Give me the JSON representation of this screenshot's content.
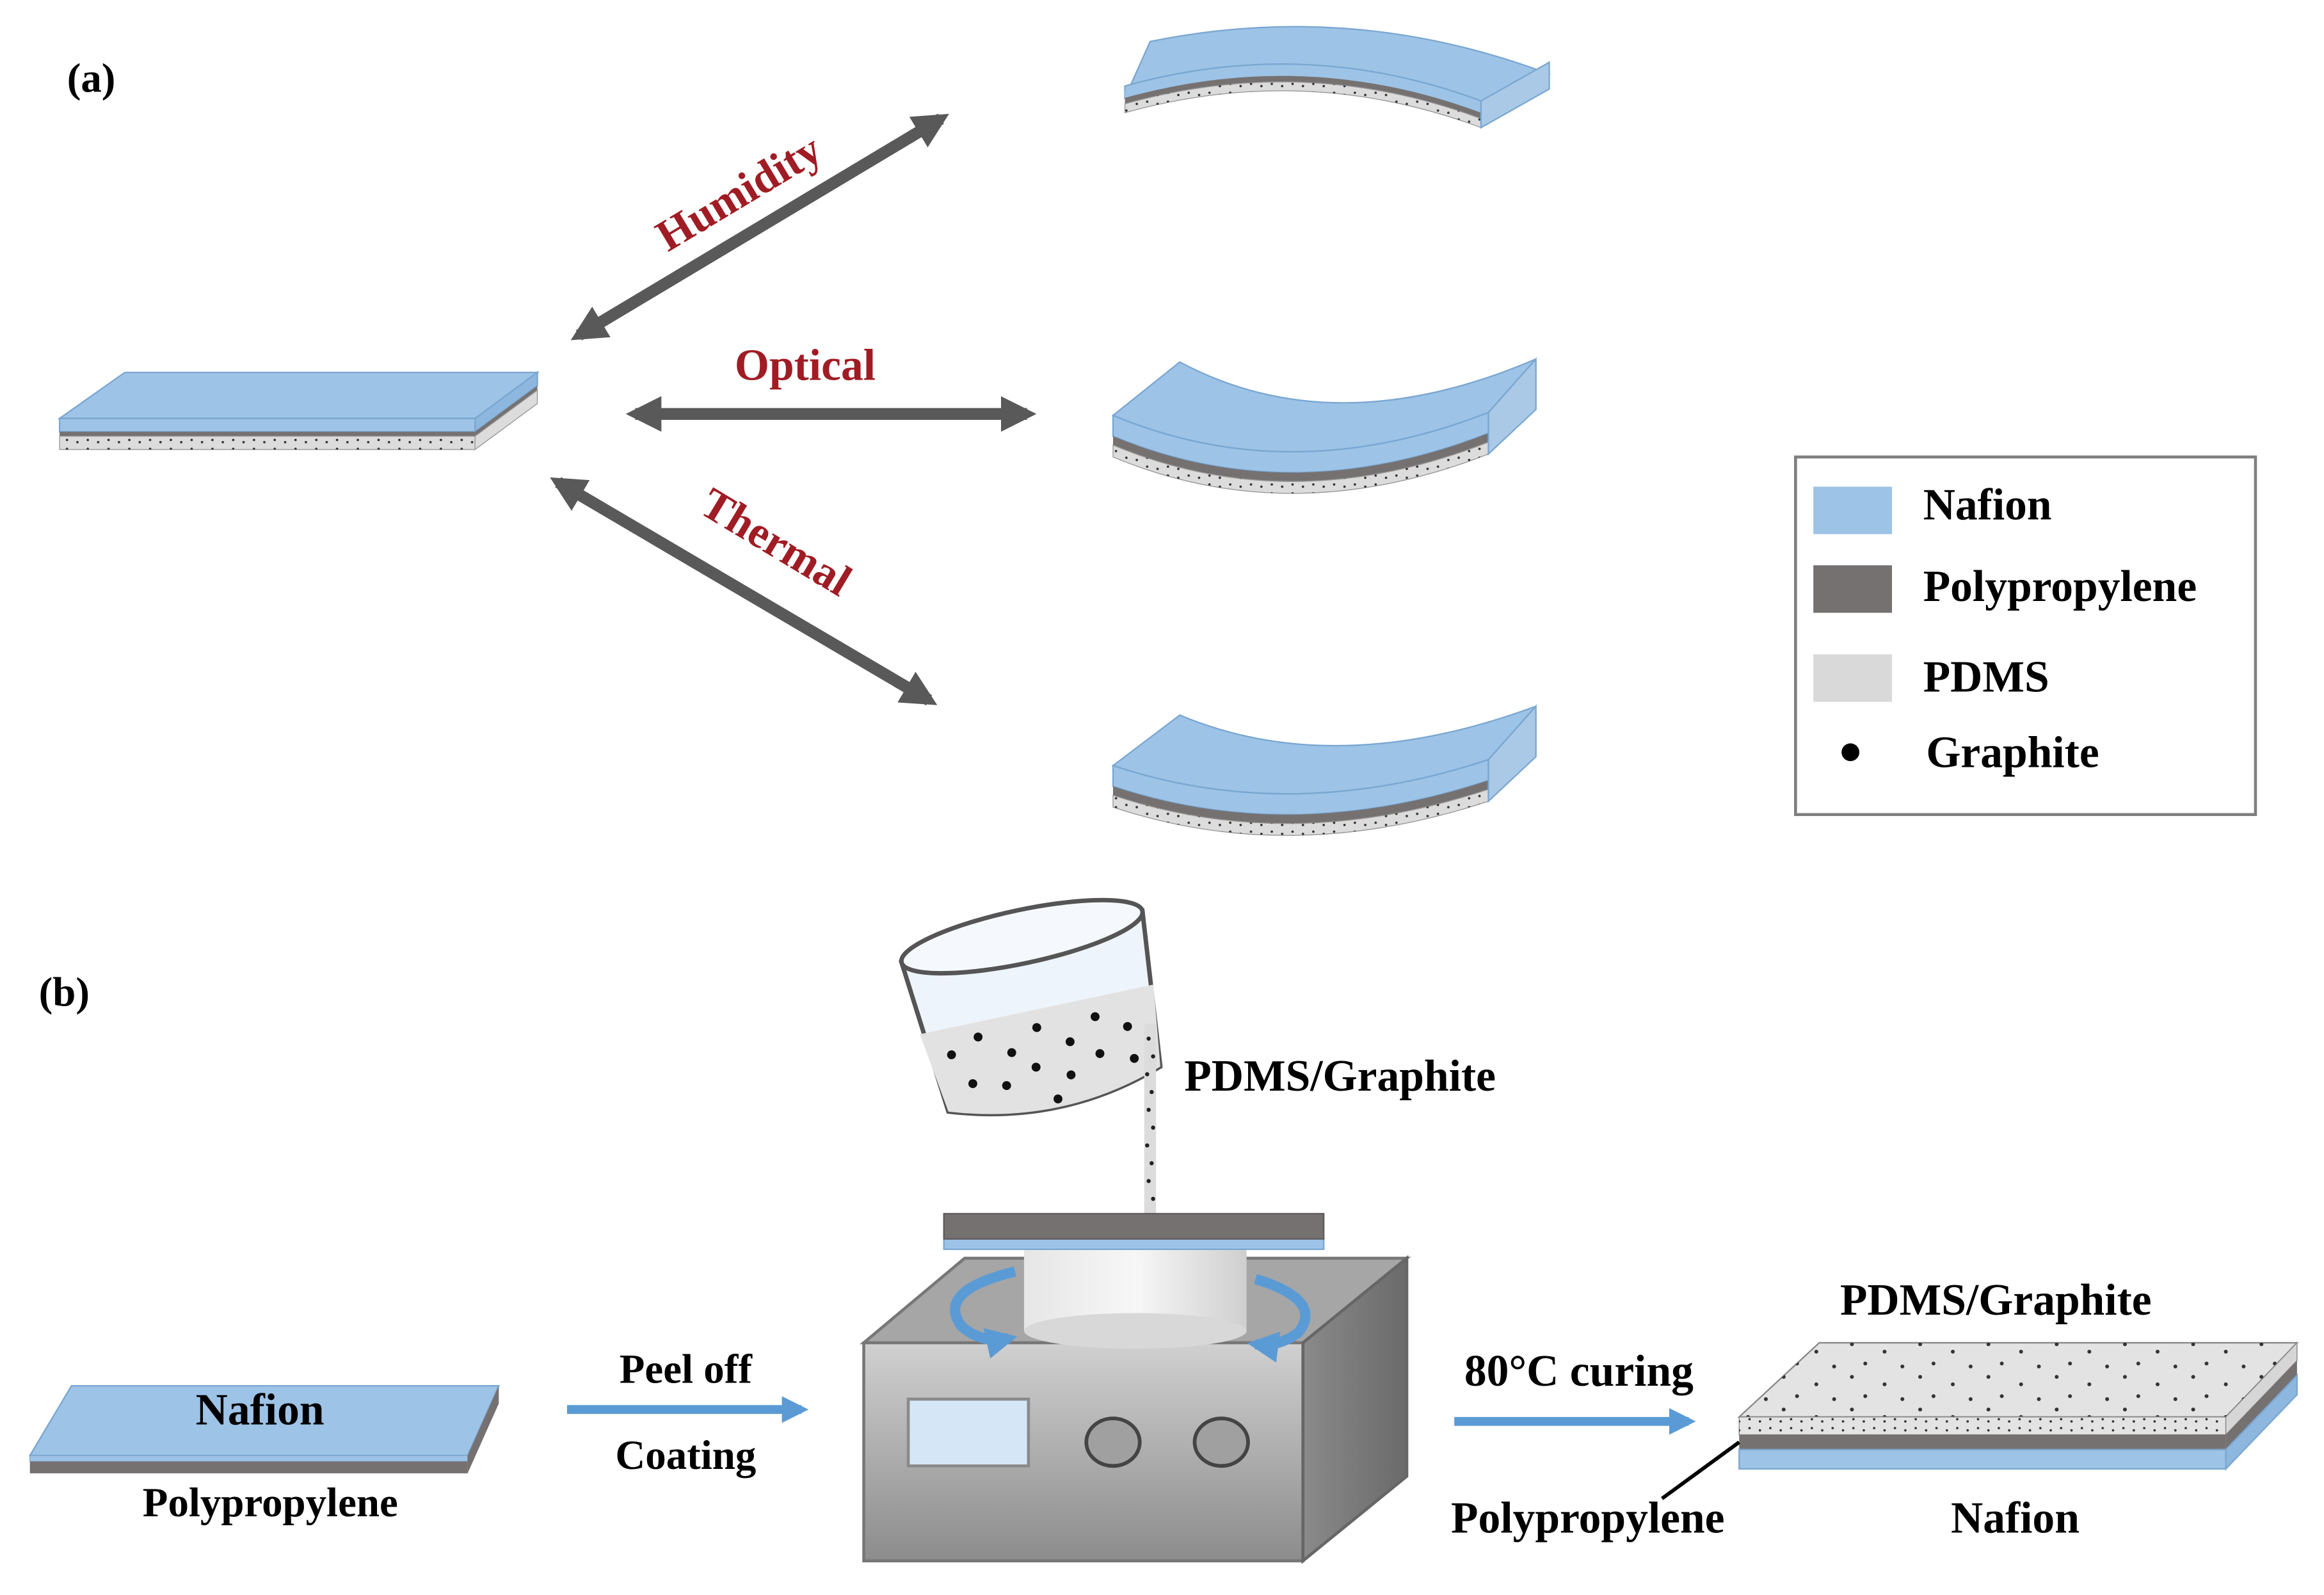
{
  "panel_a": {
    "label": "(a)",
    "stimuli": [
      "Humidity",
      "Optical",
      "Thermal"
    ]
  },
  "legend": {
    "items": [
      {
        "label": "Nafion",
        "color": "#9dc3e6"
      },
      {
        "label": "Polypropylene",
        "color": "#767171"
      },
      {
        "label": "PDMS",
        "color": "#d9d9d9"
      },
      {
        "label": "Graphite",
        "color": "#000000"
      }
    ]
  },
  "panel_b": {
    "label": "(b)",
    "beaker_label": "PDMS/Graphite",
    "step1_label": "Peel off",
    "step2_label": "Coating",
    "step3_label": "80°C curing",
    "film_start": {
      "top": "Nafion",
      "bottom": "Polypropylene"
    },
    "film_final": {
      "top": "PDMS/Graphite",
      "middle": "Polypropylene",
      "bottom": "Nafion"
    }
  },
  "colors": {
    "nafion": "#9dc3e6",
    "nafion_edge": "#7aa7d1",
    "polypropylene": "#767171",
    "pdms": "#dcdcdc",
    "arrow_gray": "#595959",
    "arrow_blue": "#5b9bd5",
    "stimulus_text": "#a01c24",
    "spin_coater": "#bfbfbf"
  }
}
